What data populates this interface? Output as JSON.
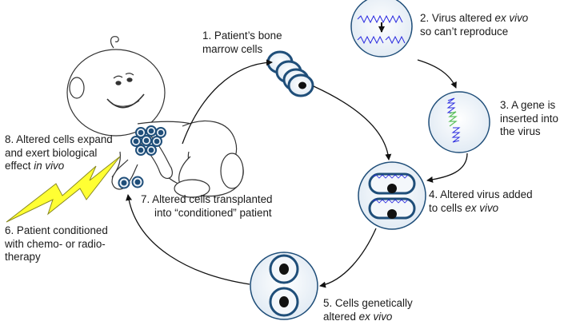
{
  "steps": {
    "s1": {
      "line1": "1. Patient’s bone",
      "line2": "marrow cells"
    },
    "s2": {
      "line1_pre": "2. Virus altered ",
      "line1_em": "ex vivo",
      "line2": "so can’t reproduce"
    },
    "s3": {
      "line1": "3. A gene is",
      "line2": "inserted into",
      "line3": "the virus"
    },
    "s4": {
      "line1": "4. Altered virus added",
      "line2_pre": "to cells ",
      "line2_em": "ex vivo"
    },
    "s5": {
      "line1": "5. Cells  genetically",
      "line2_pre": "altered ",
      "line2_em": "ex vivo"
    },
    "s6": {
      "line1": "6. Patient conditioned",
      "line2": "with chemo- or radio-",
      "line3": "therapy"
    },
    "s7": {
      "line1": "7. Altered cells  transplanted",
      "line2": "into “conditioned” patient"
    },
    "s8": {
      "line1": "8. Altered cells  expand",
      "line2": "and exert biological",
      "line3_pre": "effect ",
      "line3_em": "in vivo"
    }
  },
  "colors": {
    "cell_ring": "#1f4e79",
    "cell_fill": "#eef3f8",
    "nucleus": "#111111",
    "virus_line": "#2b2be0",
    "gene_insert": "#5cc05c",
    "lightning": "#ffff33",
    "lightning_stroke": "#8a8a20",
    "arrow": "#111111"
  }
}
